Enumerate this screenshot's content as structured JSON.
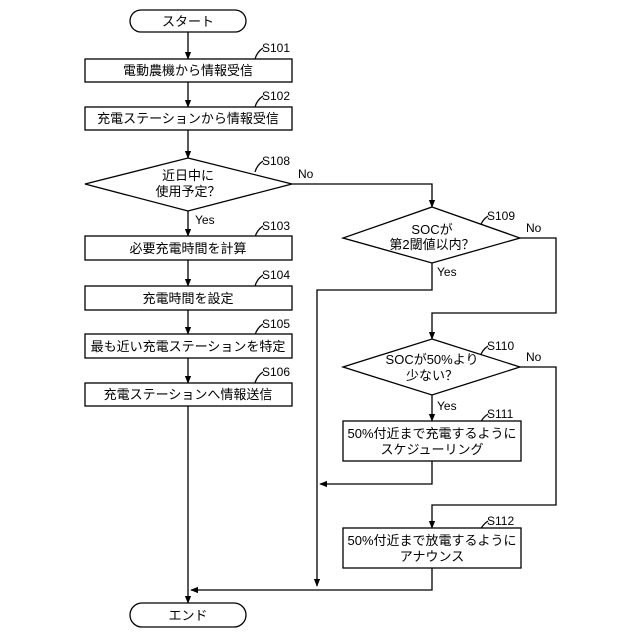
{
  "nodes": {
    "start": {
      "text": "スタート"
    },
    "s101": {
      "step": "S101",
      "text": "電動農機から情報受信"
    },
    "s102": {
      "step": "S102",
      "text": "充電ステーションから情報受信"
    },
    "s108": {
      "step": "S108",
      "line1": "近日中に",
      "line2": "使用予定？"
    },
    "s103": {
      "step": "S103",
      "text": "必要充電時間を計算"
    },
    "s104": {
      "step": "S104",
      "text": "充電時間を設定"
    },
    "s105": {
      "step": "S105",
      "text": "最も近い充電ステーションを特定"
    },
    "s106": {
      "step": "S106",
      "text": "充電ステーションへ情報送信"
    },
    "s109": {
      "step": "S109",
      "line1": "SOCが",
      "line2": "第2閾値以内？"
    },
    "s110": {
      "step": "S110",
      "line1": "SOCが50%より",
      "line2": "少ない？"
    },
    "s111": {
      "step": "S111",
      "line1": "50%付近まで充電するように",
      "line2": "スケジューリング"
    },
    "s112": {
      "step": "S112",
      "line1": "50%付近まで放電するように",
      "line2": "アナウンス"
    },
    "end": {
      "text": "エンド"
    }
  },
  "branches": {
    "s108_yes": "Yes",
    "s108_no": "No",
    "s109_yes": "Yes",
    "s109_no": "No",
    "s110_yes": "Yes",
    "s110_no": "No"
  }
}
